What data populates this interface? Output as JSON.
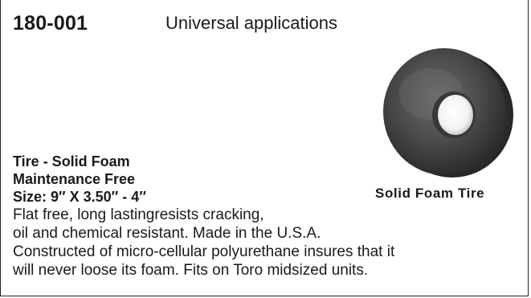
{
  "header": {
    "part_number": "180-001",
    "category": "Universal applications"
  },
  "image": {
    "icon": "solid-foam-tire-photo",
    "caption": "Solid Foam Tire"
  },
  "specs": [
    "Tire - Solid Foam",
    "Maintenance Free",
    "Size: 9″ X 3.50″ - 4″"
  ],
  "description": [
    "Flat free, long lastingresists cracking,",
    "oil and chemical resistant. Made in the U.S.A.",
    "Constructed of micro-cellular polyurethane insures that it",
    "will never loose its foam. Fits on Toro midsized units."
  ],
  "colors": {
    "text": "#1a1a1a",
    "border": "#222222",
    "tire": "#4a4a4a"
  }
}
